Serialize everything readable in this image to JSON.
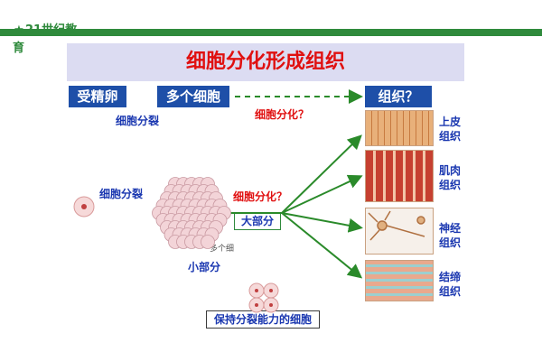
{
  "logo": {
    "text": "21世纪教育"
  },
  "title": "细胞分化形成组织",
  "boxes": {
    "fertilized_egg": "受精卵",
    "many_cells": "多个细胞",
    "tissue": "组织？"
  },
  "labels": {
    "division_top": "细胞分裂",
    "differentiation_top": "细胞分化？",
    "division_left": "细胞分裂",
    "differentiation_mid": "细胞分化？",
    "most_part": "大部分",
    "small_part": "小部分",
    "cluster_caption": "多个细",
    "bottom_caption": "保持分裂能力的细胞"
  },
  "tissues": [
    {
      "line1": "上皮",
      "line2": "组织"
    },
    {
      "line1": "肌肉",
      "line2": "组织"
    },
    {
      "line1": "神经",
      "line2": "组织"
    },
    {
      "line1": "结缔",
      "line2": "组织"
    }
  ],
  "colors": {
    "title_red": "#e01010",
    "box_blue": "#1e4fa8",
    "arrow_green": "#2a8a2a"
  }
}
